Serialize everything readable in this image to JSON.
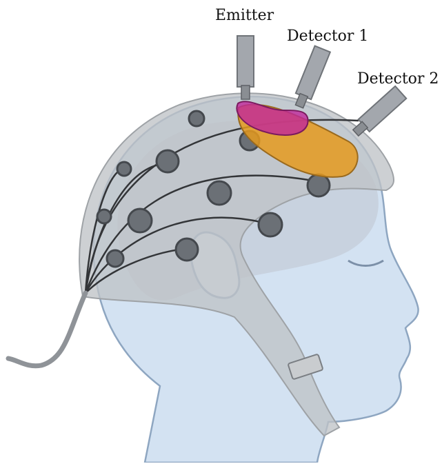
{
  "labels": {
    "emitter": "Emitter",
    "detector_1": "Detector 1",
    "detector_2": "Detector 2"
  },
  "colors": {
    "skin": "#d3e2f2",
    "skin_outline": "#8ea6c1",
    "cap": "#bfc3c7",
    "probe": "#9a9ea4",
    "electrode": "#555a60",
    "cable": "#333538",
    "shallow_path": "#c0279b",
    "deep_path": "#e59a1f"
  },
  "icons": [
    "head-illustration",
    "eeg-cap",
    "electrode",
    "probe",
    "light-path"
  ]
}
